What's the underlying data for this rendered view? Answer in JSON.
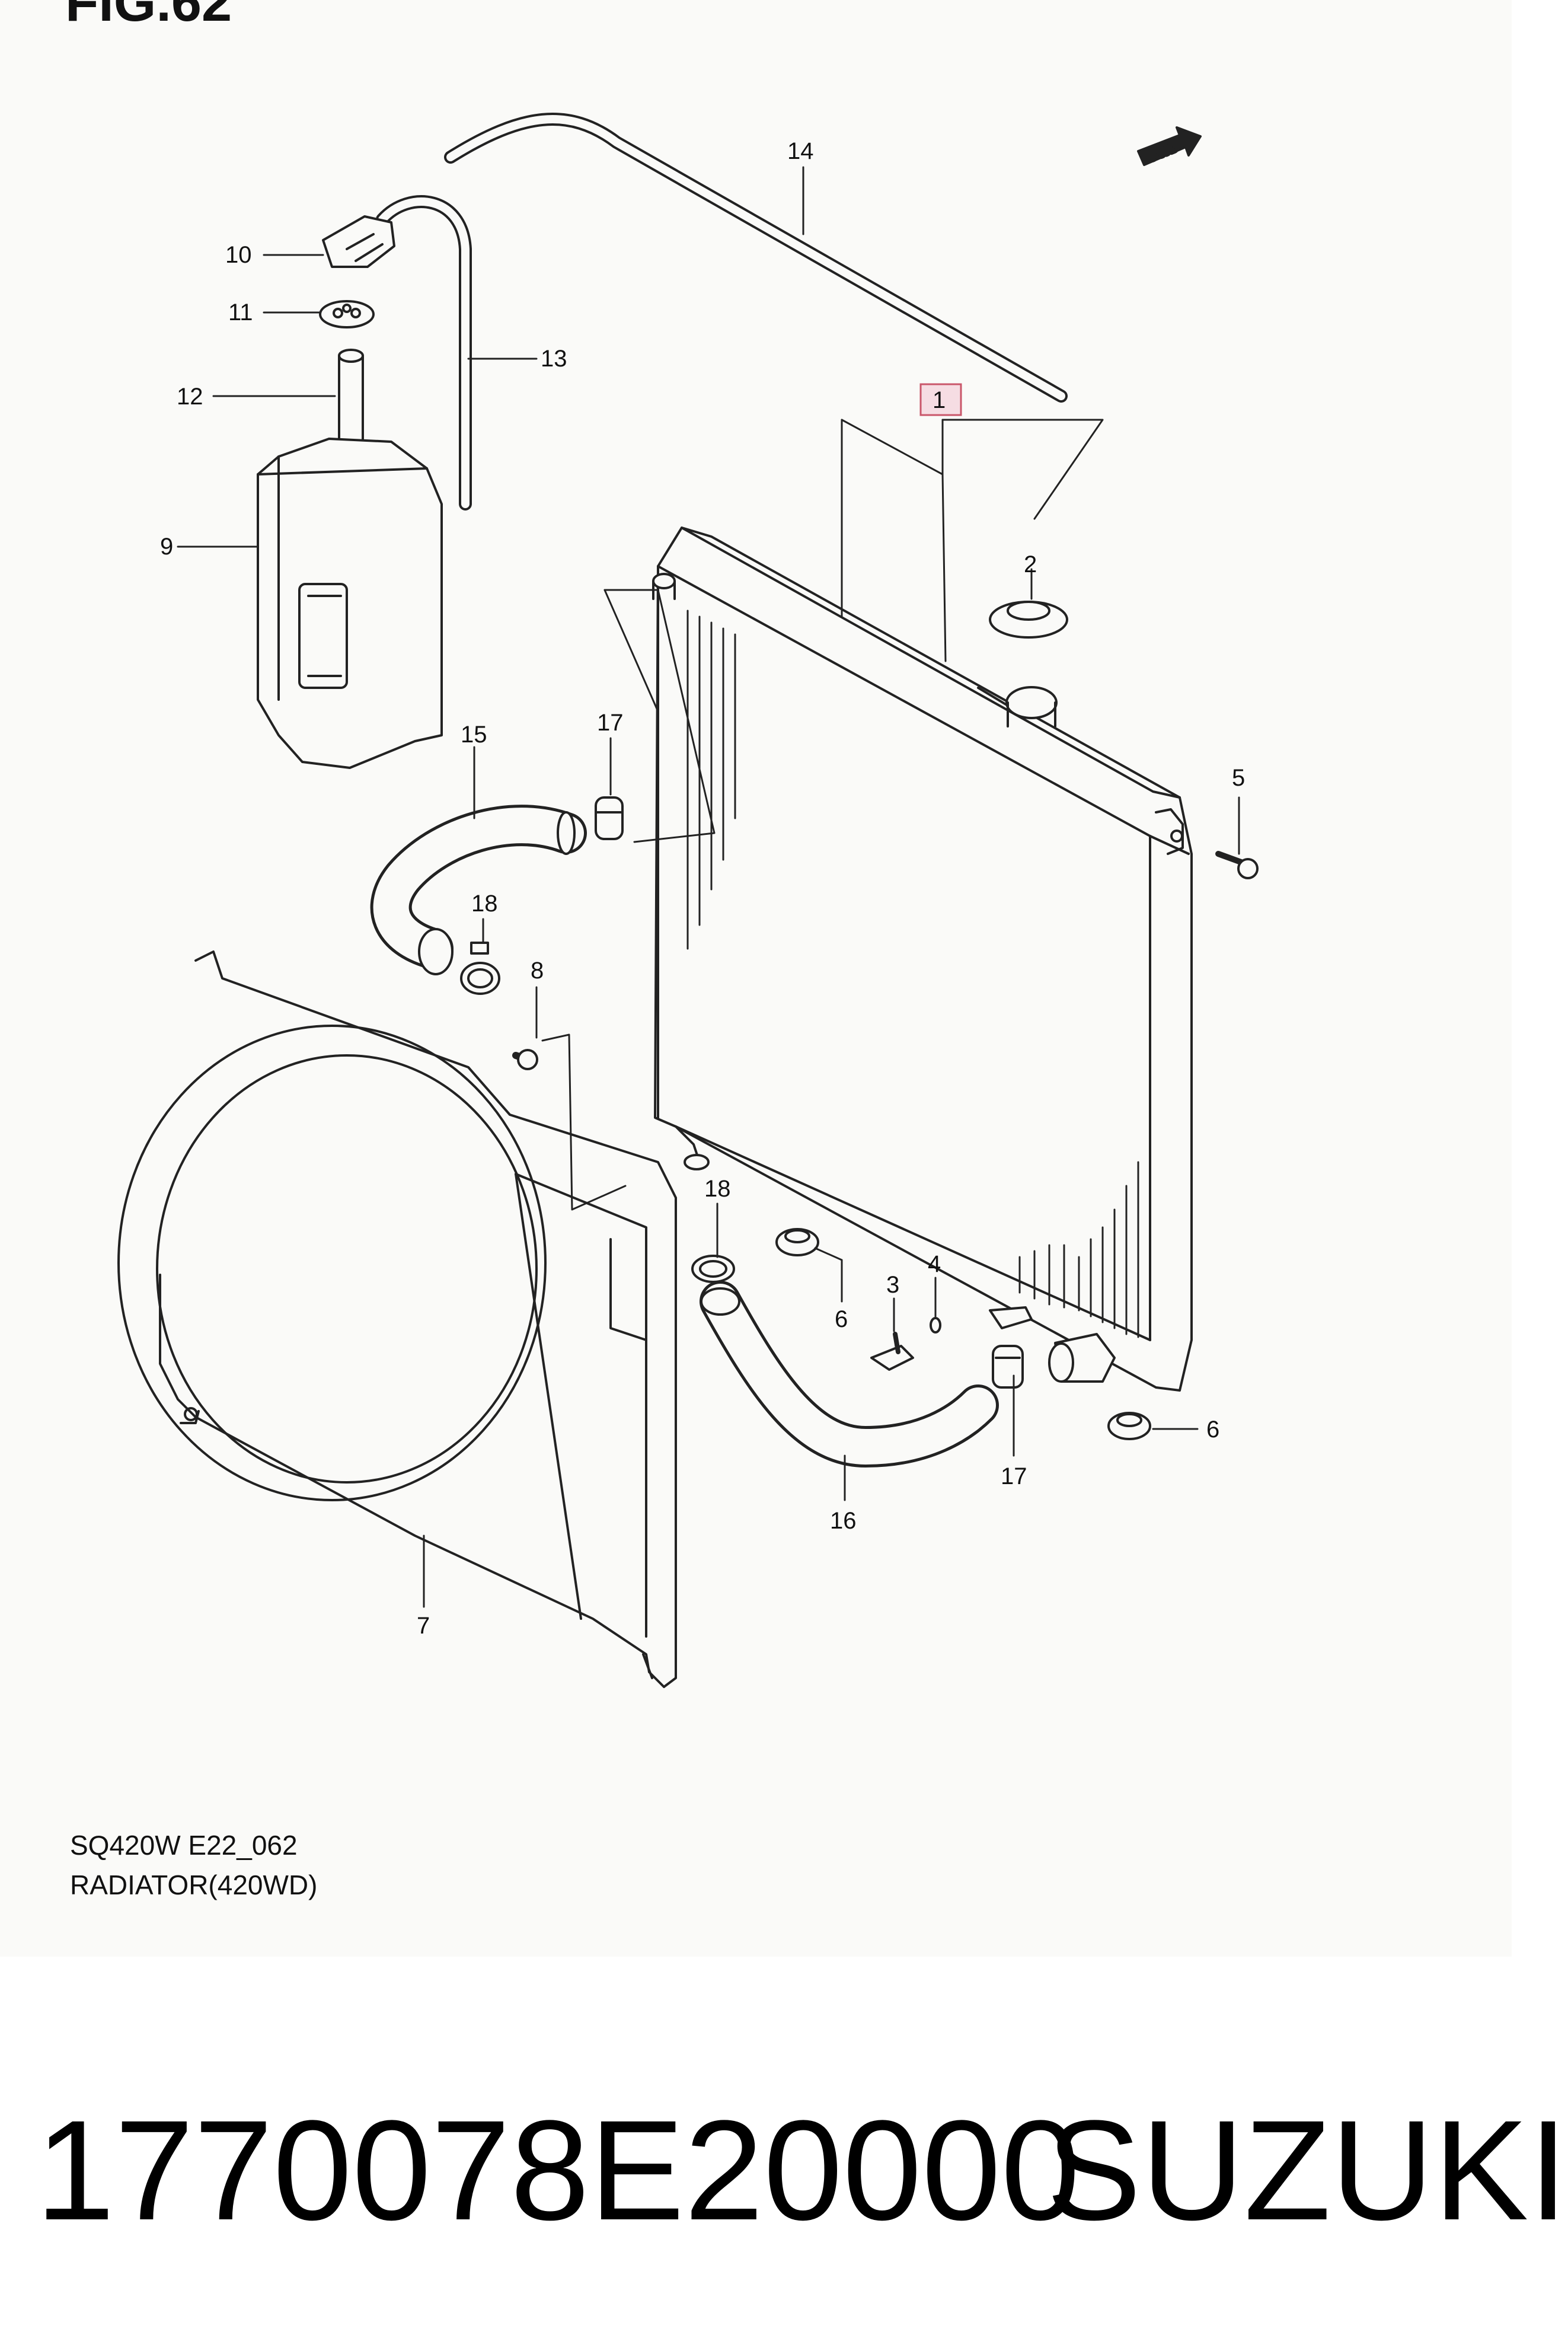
{
  "figure": {
    "title": "FIG.62"
  },
  "caption": {
    "code": "SQ420W E22_062",
    "name": "RADIATOR(420WD)"
  },
  "fwd_label": "FWD",
  "callouts": [
    "1",
    "2",
    "3",
    "4",
    "5",
    "6",
    "6",
    "7",
    "8",
    "9",
    "10",
    "11",
    "12",
    "13",
    "14",
    "15",
    "16",
    "17",
    "17",
    "18",
    "18"
  ],
  "footer": {
    "part_number": "1770078E20000",
    "brand": "SUZUKI"
  },
  "colors": {
    "line": "#222222",
    "highlight_fill": "#f6dde3",
    "highlight_border": "#c9566a",
    "panel": "#fafaf8"
  }
}
